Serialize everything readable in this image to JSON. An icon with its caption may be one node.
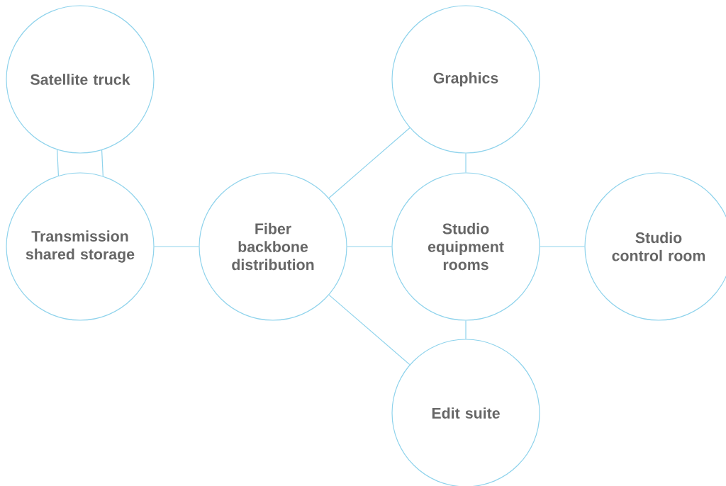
{
  "diagram": {
    "nodes": [
      {
        "text": [
          "Satellite truck"
        ]
      },
      {
        "text": [
          "Transmission shared storage"
        ]
      },
      {
        "text": [
          "Fiber backbone distribution"
        ]
      },
      {
        "text": [
          "Graphics"
        ]
      },
      {
        "text": [
          "Studio equipment rooms"
        ]
      },
      {
        "text": [
          "Studio control room"
        ]
      },
      {
        "text": [
          "Edit suite"
        ]
      }
    ],
    "edges": [
      {
        "from": 0,
        "to": 1,
        "arrow": "none"
      },
      {
        "from": 0,
        "to": 1,
        "arrow": "none"
      },
      {
        "from": 1,
        "to": 2,
        "arrow": "none"
      },
      {
        "from": 2,
        "to": 3,
        "arrow": "none"
      },
      {
        "from": 2,
        "to": 4,
        "arrow": "none"
      },
      {
        "from": 2,
        "to": 6,
        "arrow": "none"
      },
      {
        "from": 3,
        "to": 4,
        "arrow": "none"
      },
      {
        "from": 4,
        "to": 5,
        "arrow": "none"
      },
      {
        "from": 4,
        "to": 6,
        "arrow": "none"
      }
    ]
  }
}
